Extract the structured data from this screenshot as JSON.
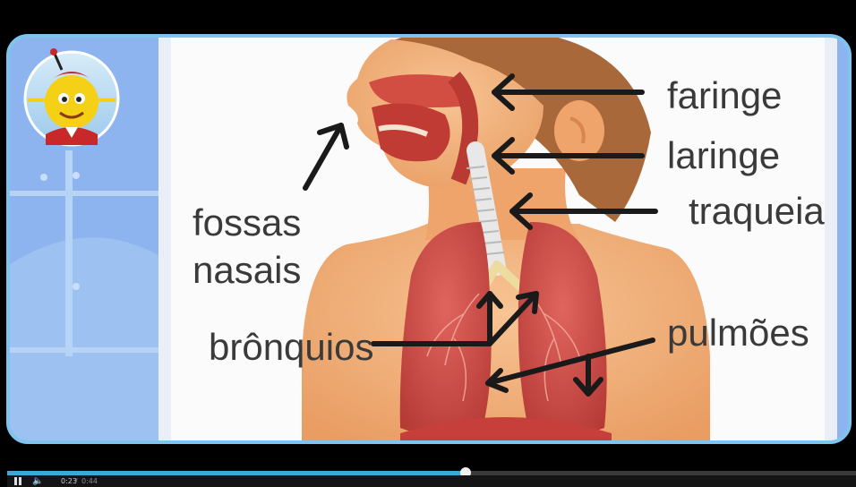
{
  "video": {
    "labels": {
      "faringe": "faringe",
      "laringe": "laringe",
      "traqueia": "traqueia",
      "fossas_line1": "fossas",
      "fossas_line2": "nasais",
      "bronquios": "brônquios",
      "pulmoes": "pulmões"
    },
    "colors": {
      "frame_border": "#7ec4ee",
      "background_blue": "#8fb6ec",
      "panel_white": "#fbfbfb",
      "skin": "#f3b27e",
      "hair": "#a9683a",
      "lung": "#c9443f",
      "arrow": "#1a1a1a",
      "progress": "#3fa7d6"
    }
  },
  "player": {
    "progress_fraction": 0.54,
    "time_current": "0:23",
    "time_separator": "/",
    "time_total": "0:44",
    "icons": {
      "play_pause": "pause-icon",
      "volume": "volume-icon"
    }
  }
}
